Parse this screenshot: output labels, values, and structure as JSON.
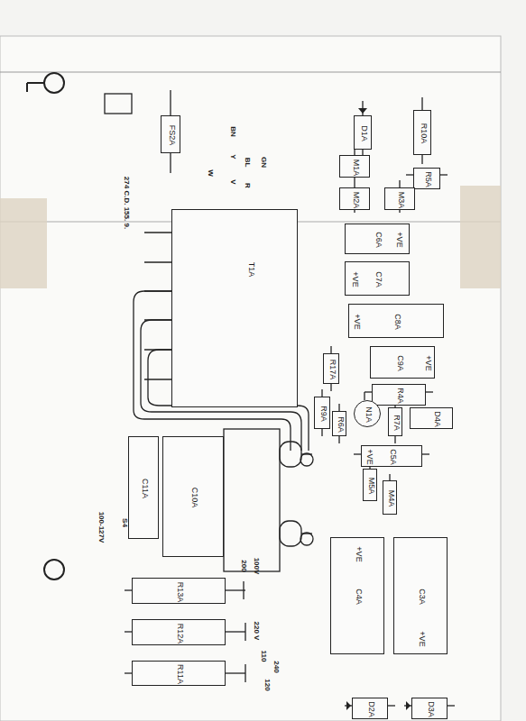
{
  "diagram": {
    "nodes": [
      {
        "text": [
          "FS2A"
        ]
      },
      {
        "text": [
          "D1A"
        ]
      },
      {
        "text": [
          "R10A"
        ]
      },
      {
        "text": [
          "M1A"
        ]
      },
      {
        "text": [
          "R5A"
        ]
      },
      {
        "text": [
          "M2A"
        ]
      },
      {
        "text": [
          "M3A"
        ]
      },
      {
        "text": [
          "T1A"
        ]
      },
      {
        "text": [
          "C6A",
          "+VE"
        ]
      },
      {
        "text": [
          "C7A",
          "+VE"
        ]
      },
      {
        "text": [
          "C8A",
          "+VE"
        ]
      },
      {
        "text": [
          "R17A"
        ]
      },
      {
        "text": [
          "C9A",
          "+VE"
        ]
      },
      {
        "text": [
          "R4A"
        ]
      },
      {
        "text": [
          "N1A"
        ]
      },
      {
        "text": [
          "R7A"
        ]
      },
      {
        "text": [
          "D4A"
        ]
      },
      {
        "text": [
          "R9A"
        ]
      },
      {
        "text": [
          "R6A"
        ]
      },
      {
        "text": [
          "C5A",
          "+VE"
        ]
      },
      {
        "text": [
          "C11A"
        ]
      },
      {
        "text": [
          "C10A"
        ]
      },
      {
        "text": [
          "M5A"
        ]
      },
      {
        "text": [
          "M4A"
        ]
      },
      {
        "text": [
          "C4A",
          "+VE"
        ]
      },
      {
        "text": [
          "C3A",
          "+VE"
        ]
      },
      {
        "text": [
          "R13A"
        ]
      },
      {
        "text": [
          "R12A"
        ]
      },
      {
        "text": [
          "R11A"
        ]
      },
      {
        "text": [
          "D2A"
        ]
      },
      {
        "text": [
          "D3A"
        ]
      }
    ],
    "labels": [
      "274 C.D. 155. 9.",
      "W",
      "BN",
      "Y",
      "V",
      "BL",
      "GN",
      "R",
      "S4",
      "100-127V",
      "200",
      "100V",
      "110",
      "220 V",
      "120",
      "240"
    ]
  }
}
